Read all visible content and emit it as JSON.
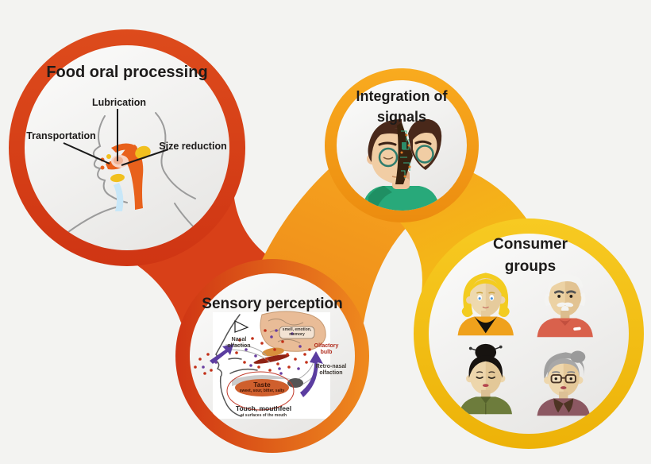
{
  "diagram_title": "Food oral processing and sensory perception infographic",
  "colors": {
    "background": "#f3f3f1",
    "ring_red": "#d84018",
    "ring_orange": "#f59e17",
    "ring_gold": "#f3c113",
    "ring_red_to_orange": [
      "#cf3414",
      "#ef8a1e"
    ],
    "inner_fill": "#f0efee"
  },
  "nodes": {
    "food_oral_processing": {
      "title": "Food oral processing",
      "icon": "mouth-anatomy-illustration",
      "labels": {
        "lubrication": "Lubrication",
        "transportation": "Transportation",
        "size_reduction": "Size reduction"
      }
    },
    "integration_of_signals": {
      "title": "Integration of signals",
      "icon": "split-head-circuit-illustration"
    },
    "sensory_perception": {
      "title": "Sensory perception",
      "icon": "head-cross-section-illustration",
      "labels": {
        "nasal_olfaction": "Nasal olfaction",
        "smell_emotion_memory": "smell, emotion, memory",
        "olfactory_bulb": "Olfactory bulb",
        "retro_nasal_olfaction": "Retro-nasal olfaction",
        "taste": "Taste",
        "taste_sub": "sweet, sour, bitter, salty",
        "touch": "Touch, mouthfeel",
        "touch_sub": "at surfaces of the mouth"
      }
    },
    "consumer_groups": {
      "title": "Consumer groups",
      "icon": "four-consumer-avatars",
      "avatars": [
        "young-blonde-person",
        "elderly-man",
        "adult-woman",
        "elderly-woman"
      ]
    }
  }
}
